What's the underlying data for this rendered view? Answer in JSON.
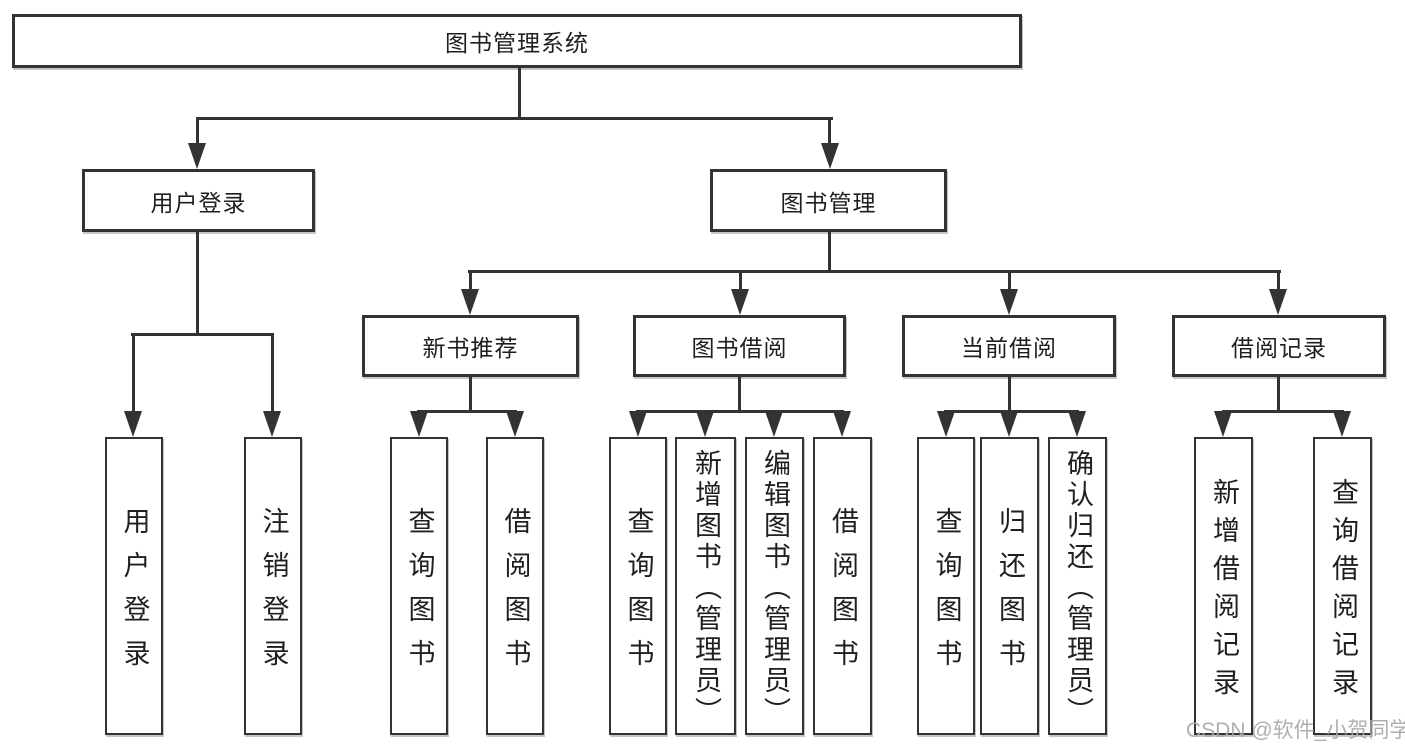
{
  "diagram": {
    "type": "hierarchy-tree",
    "root": {
      "label": "图书管理系统"
    },
    "level2": {
      "user": {
        "label": "用户登录",
        "items": [
          "用户登录",
          "注销登录"
        ]
      },
      "book": {
        "label": "图书管理"
      }
    },
    "level3": [
      {
        "label": "新书推荐",
        "items": [
          "查询图书",
          "借阅图书"
        ]
      },
      {
        "label": "图书借阅",
        "items": [
          "查询图书",
          "新增图书（管理员）",
          "编辑图书（管理员）",
          "借阅图书"
        ]
      },
      {
        "label": "当前借阅",
        "items": [
          "查询图书",
          "归还图书",
          "确认归还（管理员）"
        ]
      },
      {
        "label": "借阅记录",
        "items": [
          "新增借阅记录",
          "查询借阅记录"
        ]
      }
    ],
    "colors": {
      "line": "#333333",
      "text": "#1f1f1f",
      "background": "#ffffff",
      "watermark": "#a9a9a9"
    }
  },
  "watermark": {
    "text": "CSDN @软件_小贺同学"
  }
}
